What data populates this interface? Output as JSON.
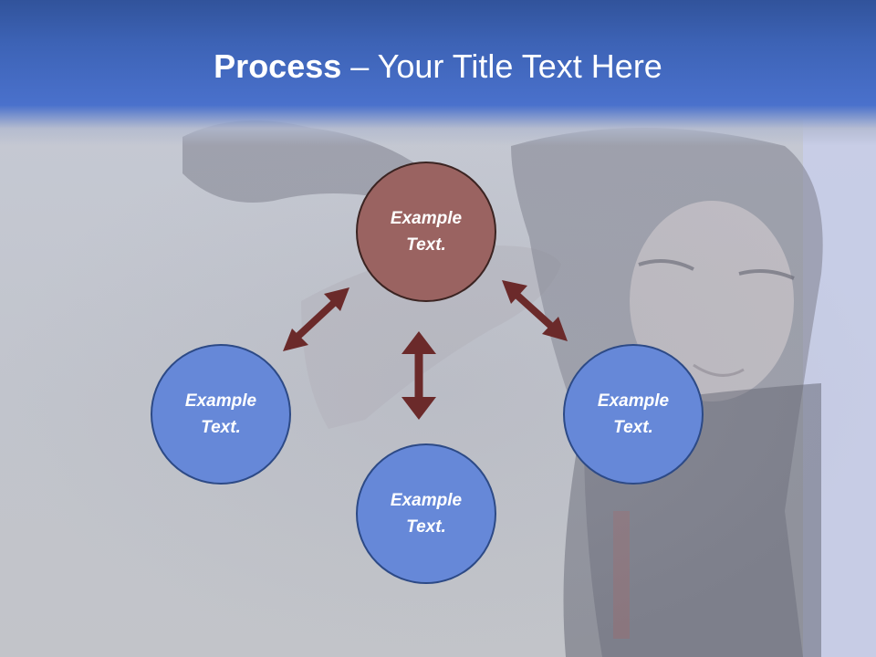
{
  "title": {
    "bold": "Process",
    "rest": " – Your Title Text Here"
  },
  "nodes": [
    {
      "line1": "Example",
      "line2": "Text."
    },
    {
      "line1": "Example",
      "line2": "Text."
    },
    {
      "line1": "Example",
      "line2": "Text."
    },
    {
      "line1": "Example",
      "line2": "Text."
    }
  ],
  "colors": {
    "title_bar": "#4a71cc",
    "center_node": "#9a6361",
    "outer_node": "#6688d8",
    "arrow": "#6b2a2a"
  }
}
